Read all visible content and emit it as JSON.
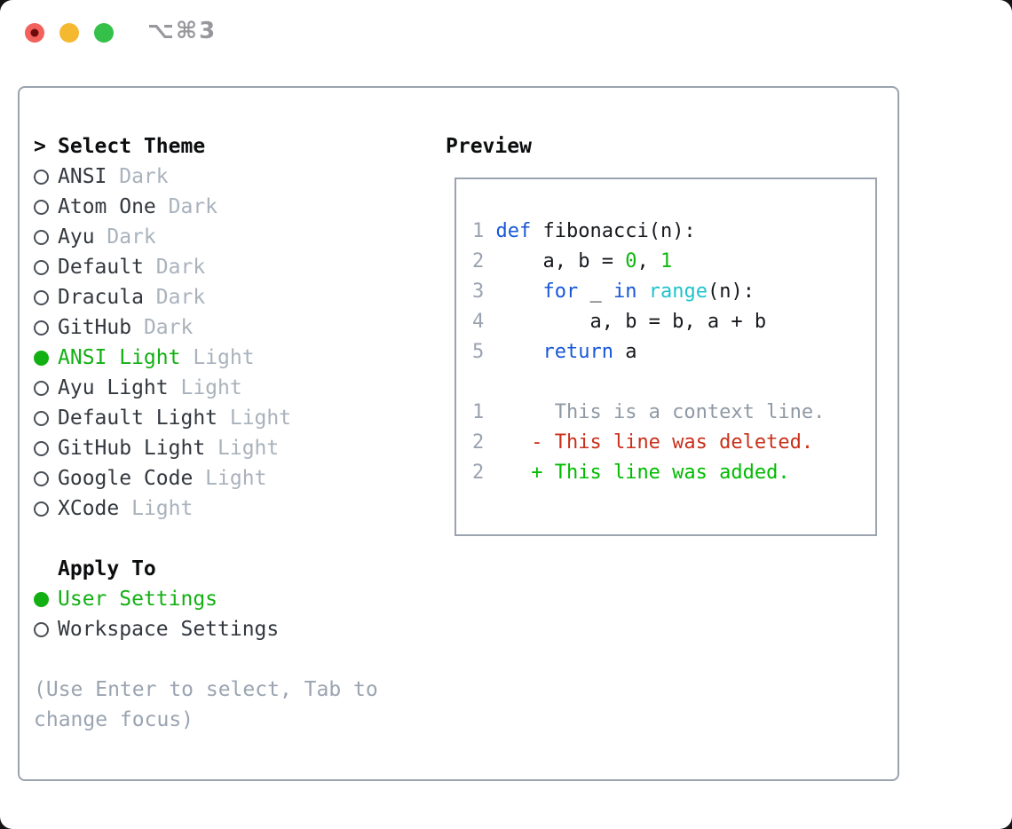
{
  "window": {
    "title": "⌥⌘3",
    "traffic_lights": [
      {
        "name": "close",
        "color": "#f2615c",
        "has_dot": true
      },
      {
        "name": "minimize",
        "color": "#f5b831",
        "has_dot": false
      },
      {
        "name": "zoom",
        "color": "#35c04a",
        "has_dot": false
      }
    ]
  },
  "theme_selector": {
    "cursor": ">",
    "header": "Select Theme",
    "items": [
      {
        "label": "ANSI",
        "badge": "Dark",
        "selected": false
      },
      {
        "label": "Atom One",
        "badge": "Dark",
        "selected": false
      },
      {
        "label": "Ayu",
        "badge": "Dark",
        "selected": false
      },
      {
        "label": "Default",
        "badge": "Dark",
        "selected": false
      },
      {
        "label": "Dracula",
        "badge": "Dark",
        "selected": false
      },
      {
        "label": "GitHub",
        "badge": "Dark",
        "selected": false
      },
      {
        "label": "ANSI Light",
        "badge": "Light",
        "selected": true
      },
      {
        "label": "Ayu Light",
        "badge": "Light",
        "selected": false
      },
      {
        "label": "Default Light",
        "badge": "Light",
        "selected": false
      },
      {
        "label": "GitHub Light",
        "badge": "Light",
        "selected": false
      },
      {
        "label": "Google Code",
        "badge": "Light",
        "selected": false
      },
      {
        "label": "XCode",
        "badge": "Light",
        "selected": false
      }
    ]
  },
  "apply_to": {
    "header": "Apply To",
    "options": [
      {
        "label": "User Settings",
        "selected": true
      },
      {
        "label": "Workspace Settings",
        "selected": false
      }
    ]
  },
  "help_text_lines": [
    "(Use Enter to select, Tab to",
    "change focus)"
  ],
  "preview": {
    "header": "Preview",
    "lines": [
      {
        "num": "1",
        "tokens": [
          [
            "pl",
            " "
          ],
          [
            "kw",
            "def"
          ],
          [
            "pl",
            " fibonacci(n):"
          ]
        ]
      },
      {
        "num": "2",
        "tokens": [
          [
            "pl",
            "     a, b = "
          ],
          [
            "nu",
            "0"
          ],
          [
            "pl",
            ", "
          ],
          [
            "nu",
            "1"
          ]
        ]
      },
      {
        "num": "3",
        "tokens": [
          [
            "pl",
            "     "
          ],
          [
            "kw",
            "for"
          ],
          [
            "pl",
            " _ "
          ],
          [
            "kw",
            "in"
          ],
          [
            "pl",
            " "
          ],
          [
            "bi",
            "range"
          ],
          [
            "pl",
            "(n):"
          ]
        ]
      },
      {
        "num": "4",
        "tokens": [
          [
            "pl",
            "         a, b = b, a + b"
          ]
        ]
      },
      {
        "num": "5",
        "tokens": [
          [
            "pl",
            "     "
          ],
          [
            "kw",
            "return"
          ],
          [
            "pl",
            " a"
          ]
        ]
      },
      {
        "num": "",
        "tokens": []
      },
      {
        "num": "1",
        "tokens": [
          [
            "ctx",
            "      This is a context line."
          ]
        ]
      },
      {
        "num": "2",
        "tokens": [
          [
            "pl",
            "    "
          ],
          [
            "del",
            "- This line was deleted."
          ]
        ]
      },
      {
        "num": "2",
        "tokens": [
          [
            "pl",
            "    "
          ],
          [
            "add",
            "+ This line was added."
          ]
        ]
      }
    ]
  },
  "colors": {
    "selected_green": "#12b012",
    "keyword_blue": "#1757d8",
    "builtin_cyan": "#1fc3cd",
    "number_green": "#0db80d",
    "added_green": "#00bb00",
    "deleted_red": "#c9301b",
    "context_gray": "#8f99a4",
    "line_number_gray": "#9aa3b0",
    "plain_code": "#16181d",
    "traffic_red": "#f2615c",
    "traffic_yellow": "#f5b831",
    "traffic_green": "#35c04a"
  }
}
